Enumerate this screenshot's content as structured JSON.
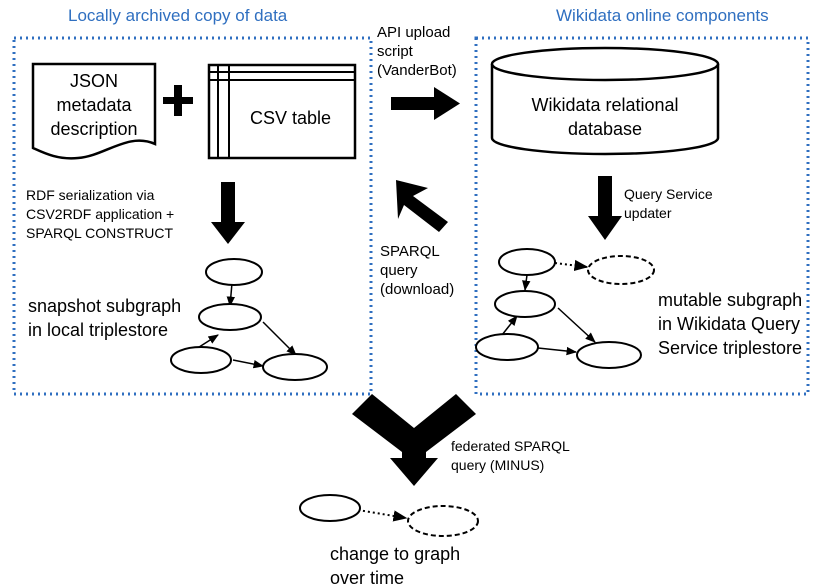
{
  "colors": {
    "section_title": "#2f6fc0",
    "panel_border": "#2f6fc0",
    "ink": "#000000"
  },
  "left_panel": {
    "title": "Locally archived copy of data",
    "json_doc_label": "JSON\nmetadata\ndescription",
    "plus_sign": "+",
    "csv_table_label": "CSV table",
    "rdf_step_label": "RDF serialization via\nCSV2RDF application +\nSPARQL CONSTRUCT",
    "graph_label": "snapshot subgraph\nin local triplestore"
  },
  "middle": {
    "upload_label": "API upload\nscript\n(VanderBot)",
    "download_label": "SPARQL\nquery\n(download)"
  },
  "right_panel": {
    "title": "Wikidata online components",
    "database_label": "Wikidata relational\ndatabase",
    "updater_label": "Query Service\nupdater",
    "graph_label": "mutable subgraph\nin Wikidata Query\nService triplestore"
  },
  "bottom": {
    "federated_label": "federated SPARQL\nquery (MINUS)",
    "result_label": "change to graph\nover time"
  }
}
